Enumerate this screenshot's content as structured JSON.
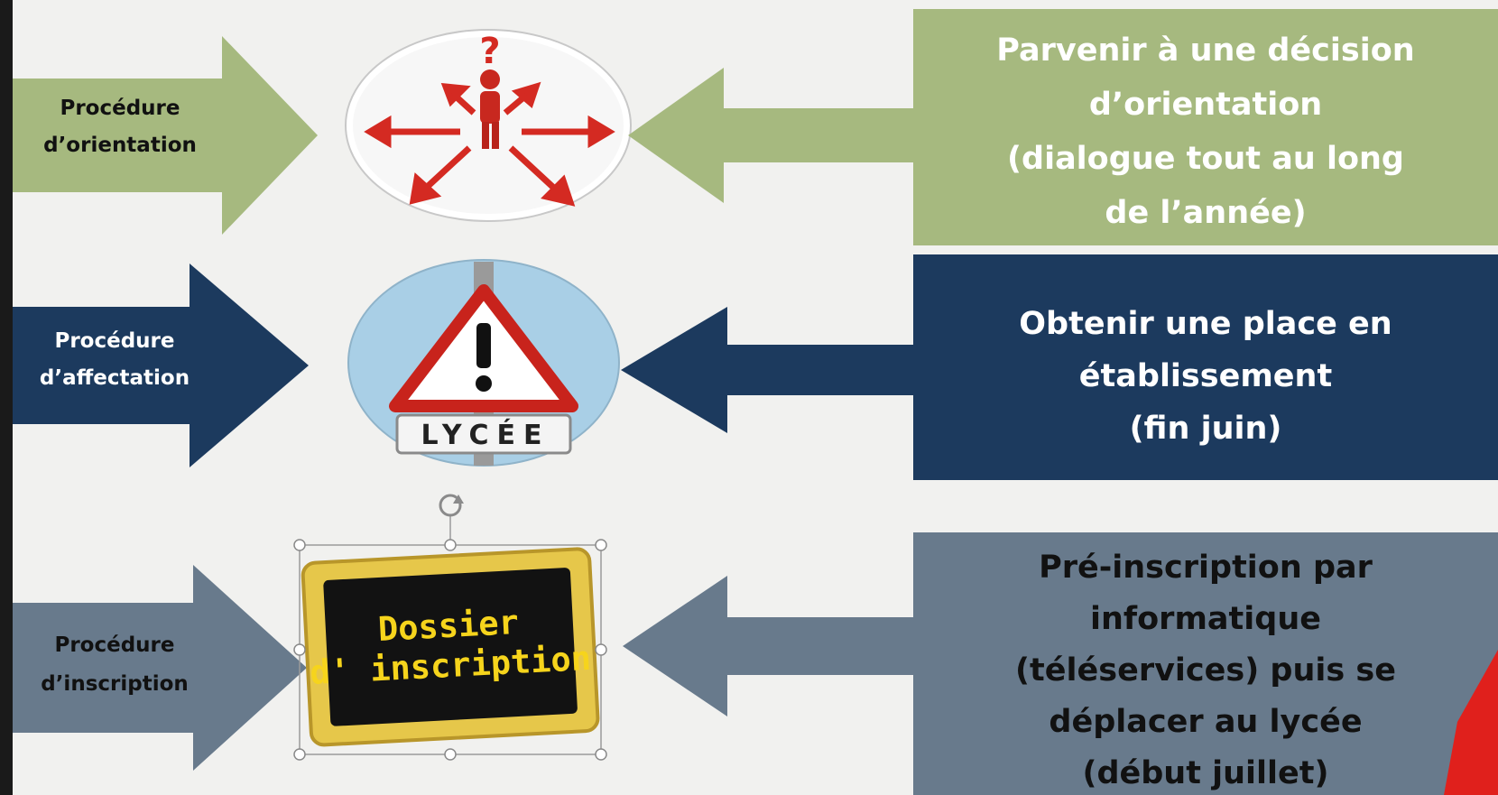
{
  "colors": {
    "green": "#a6b97f",
    "navy": "#1c3a5e",
    "slate": "#687a8c",
    "background": "#f1f1ef",
    "accent_red": "#e0201c"
  },
  "rows": [
    {
      "procedure_lines": [
        "Procédure",
        "d’orientation"
      ],
      "description_lines": [
        "Parvenir à une décision",
        "d’orientation",
        "(dialogue tout au long",
        "de l’année)"
      ],
      "image_icon": "orientation-arrows-icon"
    },
    {
      "procedure_lines": [
        "Procédure",
        "d’affectation"
      ],
      "description_lines": [
        "Obtenir une place en",
        "établissement",
        "(fin juin)"
      ],
      "image_icon": "warning-sign-icon",
      "sign_text": "LYCÉE"
    },
    {
      "procedure_lines": [
        "Procédure",
        "d’inscription"
      ],
      "description_lines": [
        "Pré-inscription par",
        "informatique",
        "(téléservices) puis se",
        "déplacer au lycée",
        "(début juillet)"
      ],
      "image_icon": "chalkboard-icon",
      "board_lines": [
        "Dossier",
        "d' inscription"
      ]
    }
  ]
}
